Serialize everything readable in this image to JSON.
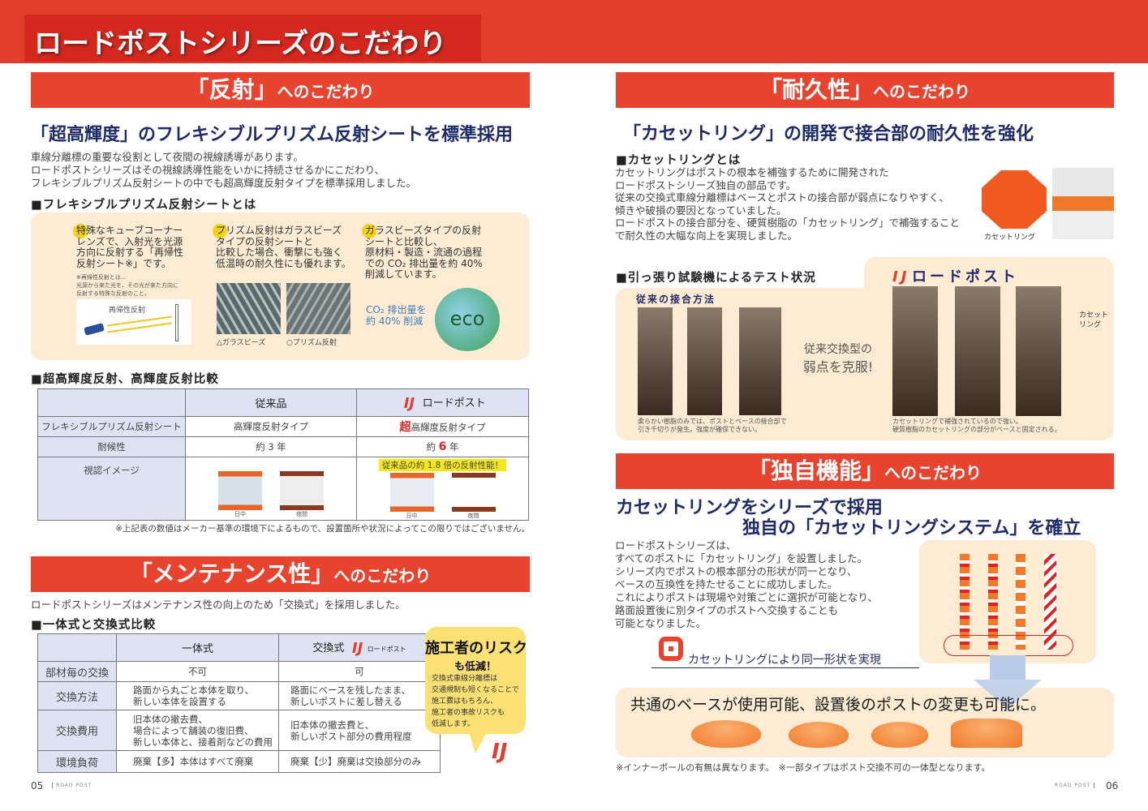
{
  "header": {
    "title": "ロードポストシリーズのこだわり"
  },
  "left": {
    "reflect": {
      "bar": "「反射」",
      "bar_suffix": "へのこだわり",
      "headline": "「超高輝度」のフレキシブルプリズム反射シートを標準採用",
      "intro": "車線分離標の重要な役割として夜間の視線誘導があります。\nロードポストシリーズはその視線誘導性能をいかに持続させるかにこだわり、\nフレキシブルプリズム反射シートの中でも超高輝度反射タイプを標準採用しました。",
      "sub1": "■フレキシブルプリズム反射シートとは",
      "col1": "特殊なキューブコーナー\nレンズで、入射光を光源\n方向に反射する「再帰性\n反射シート※」です。",
      "col1_note": "※再帰性反射とは…\n光源から来た光を、その光が来た方向に\n反射する特殊な反射のこと。",
      "diagram_label": "再帰性反射",
      "col2": "プリズム反射はガラスビーズ\nタイプの反射シートと\n比較した場合、衝撃にも強く\n低温時の耐久性にも優れます。",
      "glass_label": "△ガラスビーズ",
      "prism_label": "○プリズム反射",
      "col3": "ガラスビーズタイプの反射\nシートと比較し、\n原材料・製造・流通の過程\nでの CO₂ 排出量を約 40%\n削減しています。",
      "co2": "CO₂ 排出量を\n約 40% 削減",
      "eco": "eco",
      "sub2": "■超高輝度反射、高輝度反射比較",
      "table": {
        "col_conv": "従来品",
        "col_rp": "ロードポスト",
        "row1": [
          "フレキシブルプリズム反射シート",
          "高輝度反射タイプ",
          "超",
          "高輝度反射タイプ"
        ],
        "row2": [
          "耐候性",
          "約 3 年",
          "約",
          "6",
          "年"
        ],
        "row3": "視認イメージ",
        "highlight": "従来品の約 1.8 倍の反射性能！",
        "day": "日中",
        "night": "夜間"
      },
      "note": "※上記表の数値はメーカー基準の環境下によるもので、設置箇所や状況によってこの限りではございません。"
    },
    "maint": {
      "bar": "「メンテナンス性」",
      "bar_suffix": "へのこだわり",
      "intro": "ロードポストシリーズはメンテナンス性の向上のため「交換式」を採用しました。",
      "sub": "■一体式と交換式比較",
      "headers": [
        "一体式",
        "交換式",
        "ロードポスト"
      ],
      "rows": [
        [
          "部材毎の交換",
          "不可",
          "可"
        ],
        [
          "交換方法",
          "路面から丸ごと本体を取り、\n新しい本体を設置する",
          "路面にベースを残したまま、\n新しいポストに差し替える"
        ],
        [
          "交換費用",
          "旧本体の撤去費、\n場合によって舗装の復旧費、\n新しい本体と、接着剤などの費用",
          "旧本体の撤去費と、\n新しいポスト部分の費用程度"
        ],
        [
          "環境負荷",
          "廃棄【多】本体はすべて廃棄",
          "廃棄【少】廃棄は交換部分のみ"
        ]
      ],
      "bubble_title": "施工者のリスク",
      "bubble_sub": "も低減！",
      "bubble_body": "交換式車線分離標は\n交通規制も短くなることで\n施工費はもちろん、\n施工者の事故リスクも\n低減します。"
    },
    "page": "05",
    "footer": "ROAD POST"
  },
  "right": {
    "durab": {
      "bar": "「耐久性」",
      "bar_suffix": "へのこだわり",
      "headline": "「カセットリング」の開発で接合部の耐久性を強化",
      "sub": "■カセットリングとは",
      "body": "カセットリングはポストの根本を補強するために開発された\nロードポストシリーズ独自の部品です。\n従来の交換式車線分離標はベースとポストの接合部が弱点になりやすく、\n傾きや破損の要因となっていました。\nロードポストの接合部分を、硬質樹脂の「カセットリング」で補強すること\nで耐久性の大幅な向上を実現しました。",
      "ring_label": "カセットリング",
      "test_sub": "■引っ張り試験機によるテスト状況",
      "rp_label": "ロードポスト",
      "conv_label": "従来の接合方法",
      "arrow_text1": "従来交換型の",
      "arrow_text2": "弱点を克服!",
      "ring_callout": "カセット\nリング",
      "cap_left": "柔らかい樹脂のみでは、ポストとベースの接合部で\n引き千切りが発生。強度が確保できない。",
      "cap_right": "カセットリングで補強されているので強い。\n硬質樹脂のカセットリングの部分がベースと固定される。"
    },
    "unique": {
      "bar": "「独自機能」",
      "bar_suffix": "へのこだわり",
      "headline1": "カセットリングをシリーズで採用",
      "headline2": "独自の「カセットリングシステム」を確立",
      "body": "ロードポストシリーズは、\nすべてのポストに「カセットリング」を設置しました。\nシリーズ内でポストの根本部分の形状が同一となり、\nベースの互換性を持たせることに成功しました。\nこれによりポストは現場や対策ごとに選択が可能となり、\n路面設置後に別タイプのポストへ交換することも\n可能となりました。",
      "ring_caption": "カセットリングにより同一形状を実現",
      "base_title": "共通のベースが使用可能、設置後のポストの変更も可能に。",
      "notes": "※インナーポールの有無は異なります。　※一部タイプはポスト交換不可の一体型となります。"
    },
    "page": "06",
    "footer": "ROAD POST"
  },
  "colors": {
    "red": "#e8432e",
    "navy": "#1f2a6b",
    "peach": "#fdebd3",
    "orange": "#f07a2a"
  }
}
